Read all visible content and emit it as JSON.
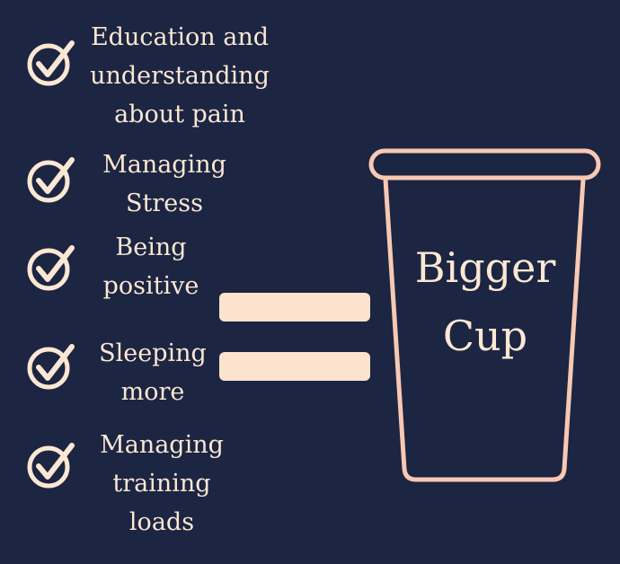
{
  "background_color": "#1c2541",
  "text_color": "#fbe7d3",
  "accent_color": "#f9c8b3",
  "items": [
    {
      "icon": "check-circle-icon",
      "line1": "Education and",
      "line2": "understanding",
      "line3": "about pain"
    },
    {
      "icon": "check-circle-icon",
      "line1": "Managing",
      "line2": "Stress"
    },
    {
      "icon": "check-circle-icon",
      "line1": "Being",
      "line2": "positive"
    },
    {
      "icon": "check-circle-icon",
      "line1": "Sleeping",
      "line2": "more"
    },
    {
      "icon": "check-circle-icon",
      "line1": "Managing",
      "line2": "training",
      "line3": "loads"
    }
  ],
  "equals_icon": "equals-sign-icon",
  "cup": {
    "icon": "cup-icon",
    "line1": "Bigger",
    "line2": "Cup"
  }
}
